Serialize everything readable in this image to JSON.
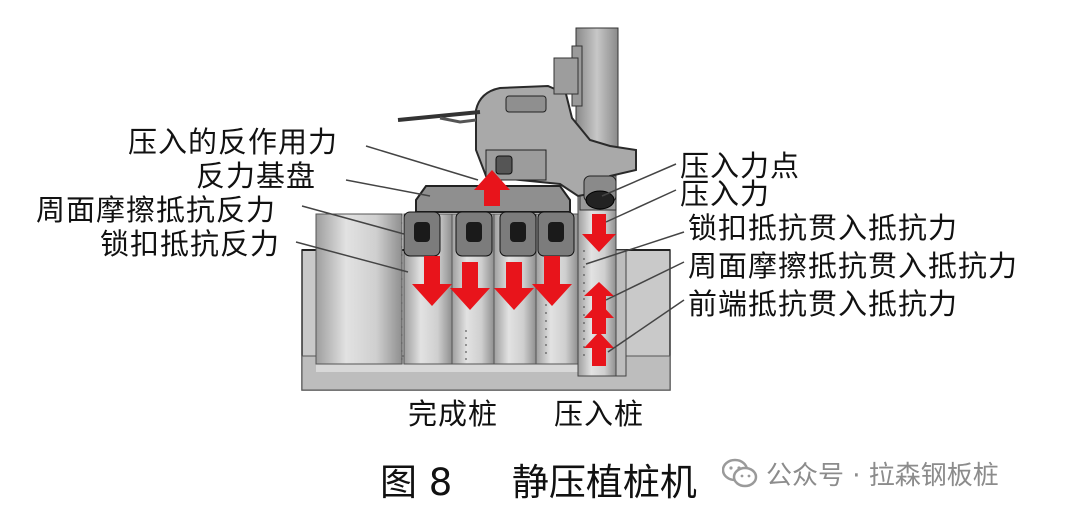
{
  "labels": {
    "reaction_force": "压入的反作用力",
    "reaction_base": "反力基盘",
    "friction_reaction": "周面摩擦抵抗反力",
    "lock_reaction": "锁扣抵抗反力",
    "press_point": "压入力点",
    "press_force": "压入力",
    "lock_penetration": "锁扣抵抗贯入抵抗力",
    "friction_penetration": "周面摩擦抵抗贯入抵抗力",
    "tip_penetration": "前端抵抗贯入抵抗力",
    "completed_pile": "完成桩",
    "pressing_pile": "压入桩"
  },
  "caption": {
    "figure_no": "图 8",
    "title": "静压植桩机"
  },
  "watermark": {
    "text": "公众号 · 拉森钢板桩",
    "icon": "wechat-icon"
  },
  "colors": {
    "arrow": "#e8141b",
    "machine": "#a7a7a7",
    "pile": "#c4c4c4",
    "ground": "#c9c9c9"
  }
}
